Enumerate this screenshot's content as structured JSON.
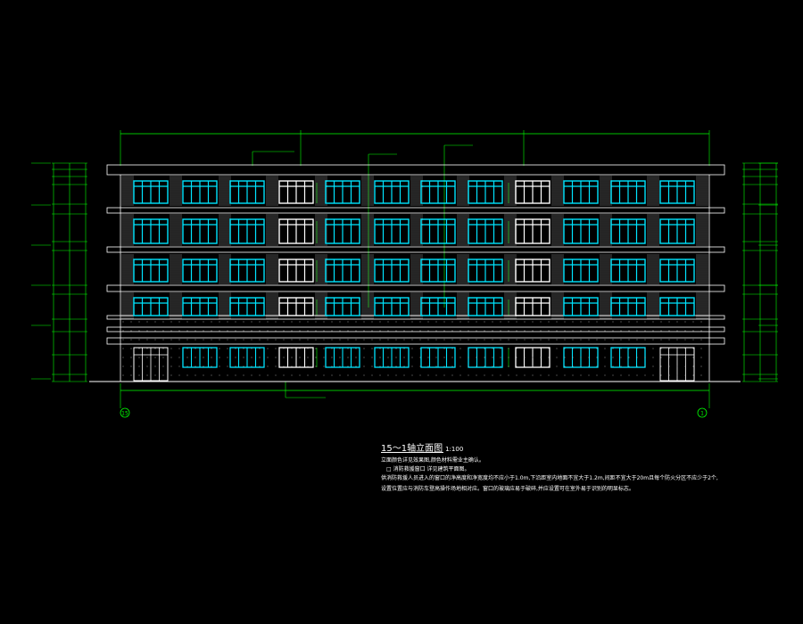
{
  "drawing": {
    "title": "15～1轴立面图",
    "scale": "1:100",
    "notes": [
      "立面颜色详见效果图,颜色材料需业主确认。",
      "□ 消防救援窗口   详见建筑平面图。",
      "供消防救援人员进入的窗口的净高度和净宽度均不应小于1.0m,下沿距室内地面不宜大于1.2m,间距不宜大于20m且每个防火分区不应少于2个,",
      "设置位置应与消防车登高操作场地相对应。窗口的玻璃应易于破碎,并应设置可在室外易于识别的明显标志。"
    ]
  },
  "axis_labels": {
    "left": "15",
    "right": "1"
  },
  "colors": {
    "background": "#000000",
    "window": "#00e5ff",
    "structure": "#ffffff",
    "dimension": "#00ff00",
    "wall": "#bbbbbb"
  }
}
